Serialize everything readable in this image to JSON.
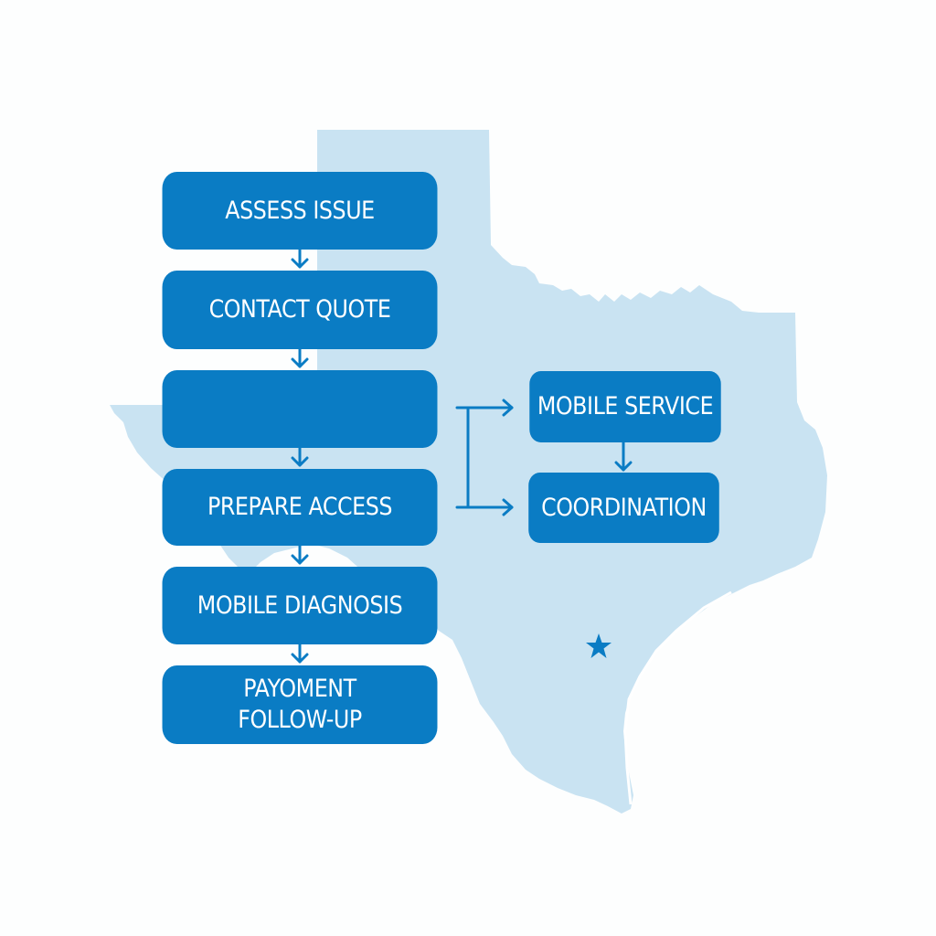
{
  "diagram": {
    "type": "flowchart",
    "background": "Texas state map silhouette",
    "colors": {
      "box_fill": "#0a7cc4",
      "box_text": "#ffffff",
      "connector": "#0a7cc4",
      "map_fill": "#c9e3f2",
      "star": "#0a7cc4",
      "background": "#fdfefe"
    },
    "main_flow": [
      {
        "id": "step1",
        "label": "ASSESS ISSUE"
      },
      {
        "id": "step2",
        "label": "CONTACT QUOTE"
      },
      {
        "id": "step3",
        "label": ""
      },
      {
        "id": "step4",
        "label": "PREPARE ACCESS"
      },
      {
        "id": "step5",
        "label": "MOBILE DIAGNOSIS"
      },
      {
        "id": "step6",
        "label_line1": "PAYOMENT",
        "label_line2": "FOLLOW-UP"
      }
    ],
    "branch": [
      {
        "id": "branch1",
        "label": "MOBILE SERVICE"
      },
      {
        "id": "branch2",
        "label": "COORDINATION"
      }
    ],
    "edges": [
      {
        "from": "step1",
        "to": "step2"
      },
      {
        "from": "step2",
        "to": "step3"
      },
      {
        "from": "step3",
        "to": "step4"
      },
      {
        "from": "step4",
        "to": "step5"
      },
      {
        "from": "step5",
        "to": "step6"
      },
      {
        "from": "step3",
        "to": "branch1"
      },
      {
        "from": "step4",
        "to": "branch2"
      },
      {
        "from": "branch1",
        "to": "branch2"
      }
    ],
    "marker": {
      "icon": "star-icon",
      "glyph": "★"
    }
  }
}
